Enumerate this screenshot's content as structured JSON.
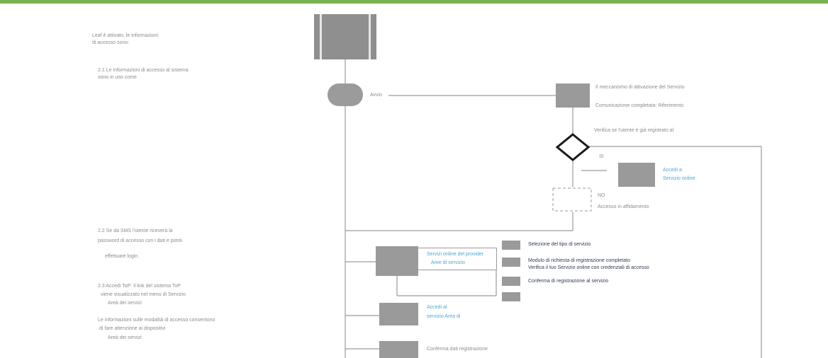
{
  "colors": {
    "top_bar": "#77b255",
    "box": "#9a9a9a",
    "line": "#9a9a9a",
    "link": "#4aa7d8",
    "dark_text": "#2f3b54"
  },
  "left": {
    "title": "Leaf è attivato, le informazioni",
    "subtitle": "di accesso sono:",
    "p1": [
      "2.1 Le informazioni di accesso al sistema",
      "sono in uso come"
    ],
    "p2": [
      "2.2 Se da SMS l'utente riceverà la",
      "password di accesso con i dati e potrà",
      "effettuare login"
    ],
    "p3": [
      "2.3 Accedi ToP: il link del sistema ToP",
      "viene visualizzato nel menu di Servizio",
      "Areà dei servizi"
    ],
    "p4": [
      "Le informazioni sulle modalità di accesso consentono",
      "di fare attenzione ai dispositivi",
      "Areà dei servizi"
    ]
  },
  "diagram": {
    "start_label": "Avvio",
    "right_label_1": "Il meccanismo di attivazione del Servizio",
    "right_label_2": "Comunicazione completata: Riferimento",
    "condition_label": "Verifica se l'utente è già registrato al",
    "yes_label": "SI",
    "no_label": "NO",
    "link_a": [
      "Accedi a",
      "Servizio online"
    ],
    "no_desc": "Accesso in affidamento",
    "sub_box_text": [
      "Servizi online del provider",
      "Aree di servizio"
    ],
    "list": [
      "Selezione del tipo di servizio",
      "Modulo di richiesta di registrazione completato",
      "Verifica il tuo Servizio online con credenziali di accesso",
      "Conferma di registrazione al servizio"
    ],
    "link_b": [
      "Accedi al",
      "servizio Area di"
    ],
    "bottom_label": "Conferma dati registrazione"
  }
}
